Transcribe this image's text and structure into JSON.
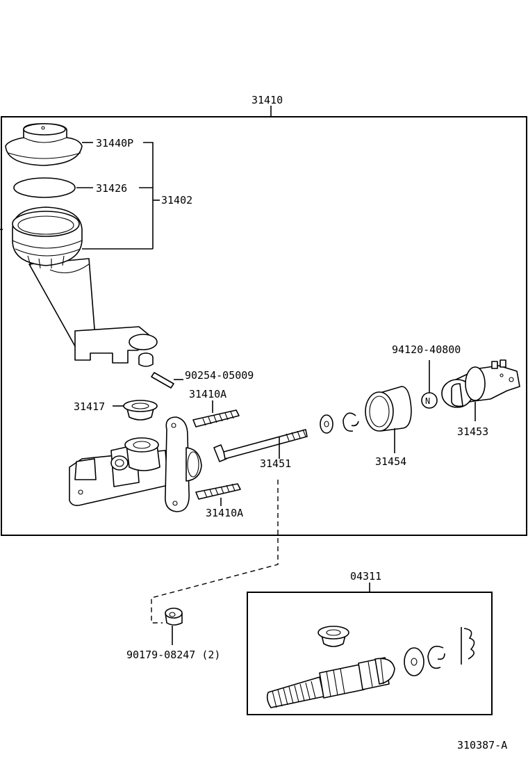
{
  "labels": {
    "assembly": "31410",
    "cap": "31440P",
    "gasket": "31426",
    "reservoir_set": "31402",
    "pin": "90254-05009",
    "grommet": "31417",
    "stud_upper": "31410A",
    "stud_lower": "31410A",
    "push_rod": "31451",
    "boot": "31454",
    "nut": "94120-40800",
    "nut_mark": "N",
    "clevis": "31453",
    "kit": "04311",
    "bolt": "90179-08247 (2)",
    "figure_code": "310387-A"
  },
  "colors": {
    "line": "#000000",
    "background": "#ffffff"
  }
}
